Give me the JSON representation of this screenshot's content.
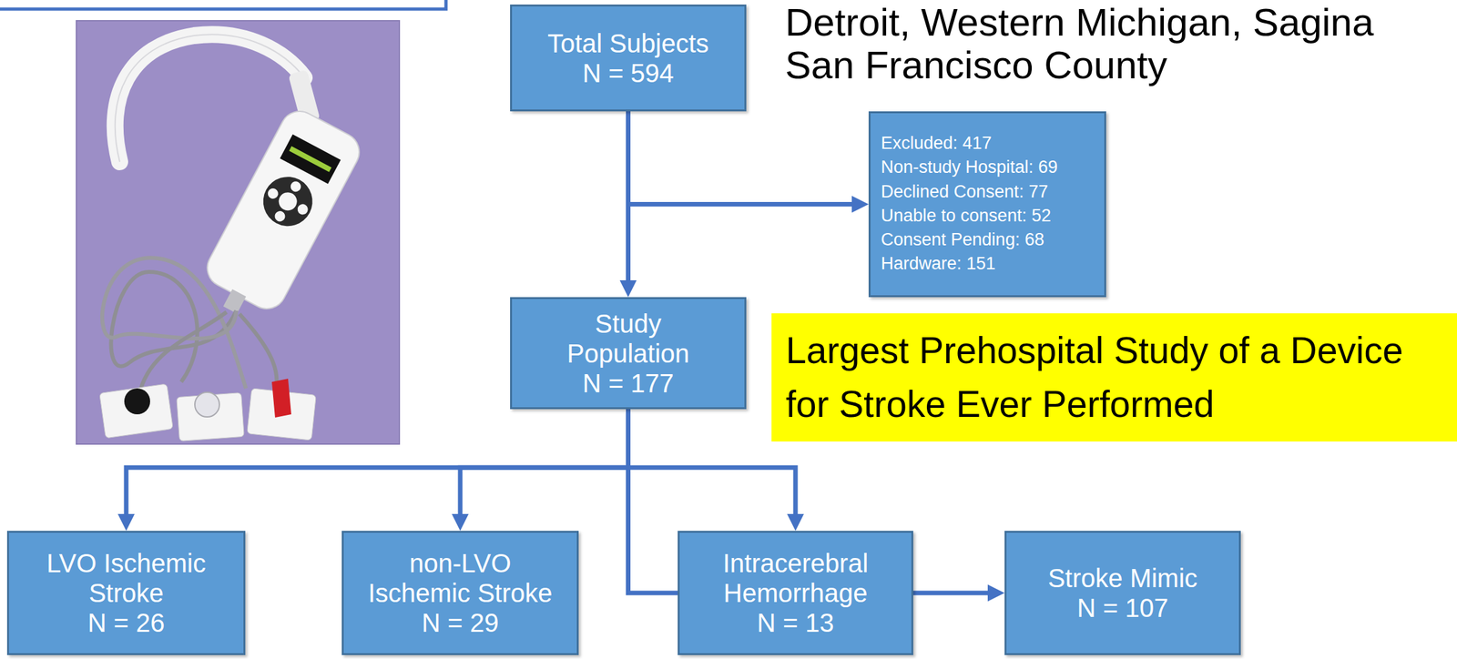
{
  "diagram": {
    "nodes": [
      {
        "text": [
          "Total Subjects",
          "N = 594"
        ]
      },
      {
        "text": [
          "Excluded: 417",
          "Non-study Hospital: 69",
          "Declined Consent: 77",
          "Unable to consent: 52",
          "Consent Pending: 68",
          "Hardware: 151"
        ]
      },
      {
        "text": [
          "Study Population",
          "N = 177"
        ]
      },
      {
        "text": [
          "Largest Prehospital Study of a Device for Stroke Ever Performed"
        ]
      },
      {
        "text": [
          "LVO Ischemic Stroke",
          "N = 26"
        ]
      },
      {
        "text": [
          "non-LVO Ischemic Stroke",
          "N = 29"
        ]
      },
      {
        "text": [
          "Intracerebral Hemorrhage",
          "N = 13"
        ]
      },
      {
        "text": [
          "Stroke Mimic",
          "N = 107"
        ]
      }
    ],
    "edges": [
      {
        "from": 0,
        "to": 2,
        "arrow": "to"
      },
      {
        "from": 0,
        "to": 1,
        "arrow": "to"
      },
      {
        "from": 2,
        "to": 4,
        "arrow": "to"
      },
      {
        "from": 2,
        "to": 5,
        "arrow": "to"
      },
      {
        "from": 2,
        "to": 6,
        "arrow": "to"
      },
      {
        "from": 2,
        "to": 7,
        "arrow": "to"
      }
    ],
    "labels": [
      "Detroit, Western Michigan, Sagina",
      "San Francisco County"
    ]
  }
}
